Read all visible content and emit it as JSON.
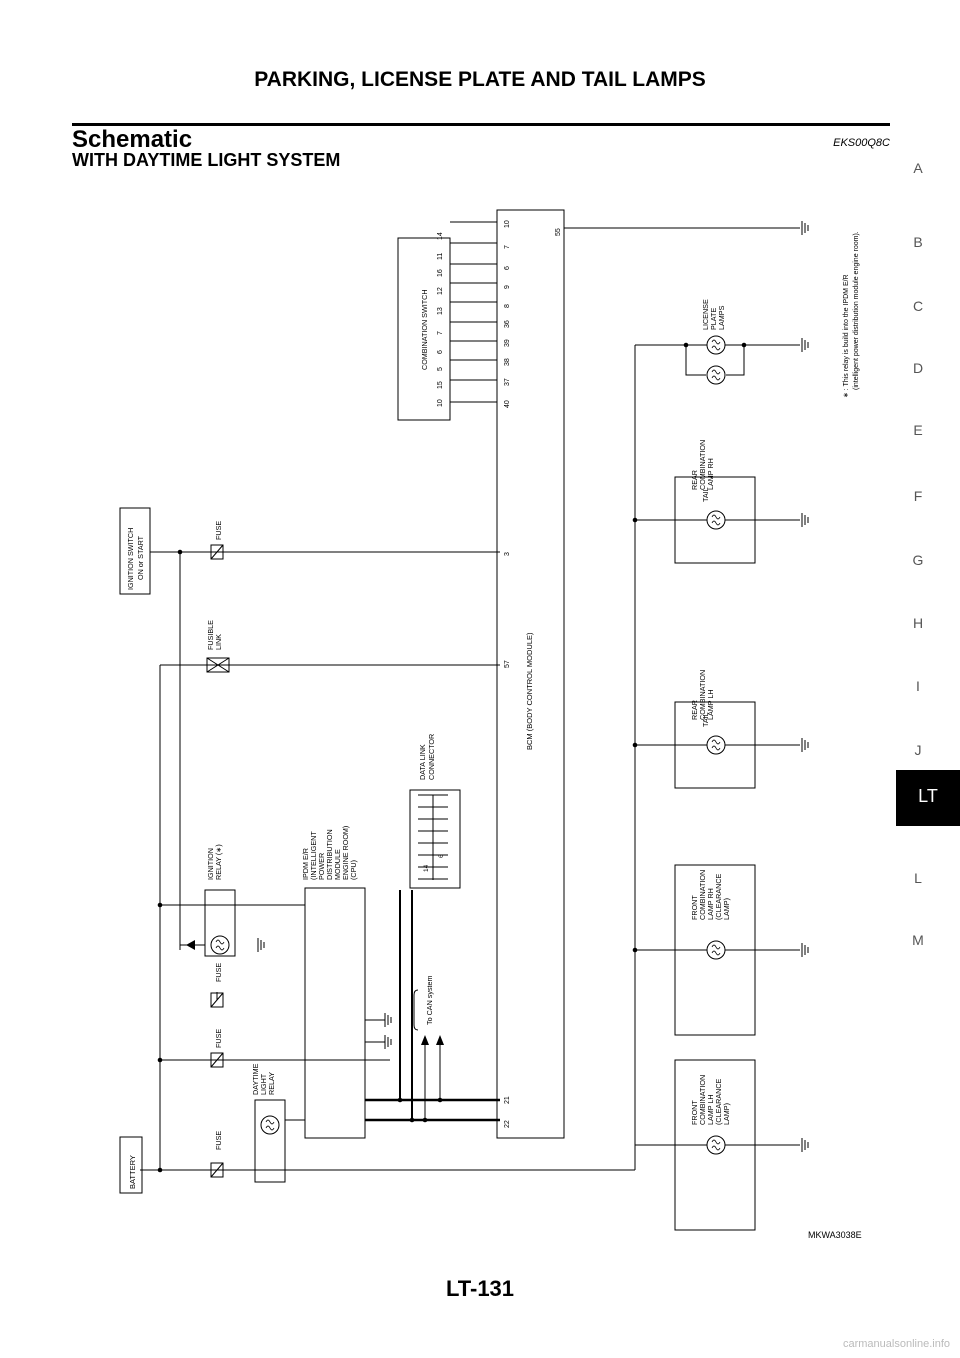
{
  "page": {
    "header": "PARKING, LICENSE PLATE AND TAIL LAMPS",
    "section_title": "Schematic",
    "section_code": "EKS00Q8C",
    "subtitle": "WITH DAYTIME LIGHT SYSTEM",
    "figure_code": "MKWA3038E",
    "page_number": "LT-131",
    "footer": "carmanualsonline.info"
  },
  "side_index": [
    "A",
    "B",
    "C",
    "D",
    "E",
    "F",
    "G",
    "H",
    "I",
    "J",
    "LT",
    "L",
    "M"
  ],
  "side_index_active": "LT",
  "diagram": {
    "battery": "BATTERY",
    "ignition_switch": [
      "IGNITION SWITCH",
      "ON or START"
    ],
    "fuse": "FUSE",
    "fusible_link": [
      "FUSIBLE",
      "LINK"
    ],
    "daytime_light_relay": [
      "DAYTIME",
      "LIGHT",
      "RELAY"
    ],
    "ignition_relay": [
      "IGNITION",
      "RELAY (∗)"
    ],
    "ipdm": [
      "IPDM E/R",
      "(INTELLIGENT",
      "POWER",
      "DISTRIBUTION",
      "MODULE",
      "ENGINE ROOM)",
      "(CPU)"
    ],
    "data_link": [
      "DATA LINK",
      "CONNECTOR"
    ],
    "dlc_pins": [
      "14",
      "6"
    ],
    "can": "To CAN system",
    "bcm": "BCM (BODY CONTROL MODULE)",
    "bcm_pins": {
      "p22": "22",
      "p21": "21",
      "p57": "57",
      "p3": "3",
      "p55": "55",
      "combo": [
        "40",
        "37",
        "38",
        "39",
        "36",
        "8",
        "9",
        "6",
        "7",
        "10"
      ]
    },
    "combo_switch": "COMBINATION SWITCH",
    "combo_switch_pins": [
      "10",
      "15",
      "5",
      "6",
      "7",
      "13",
      "12",
      "16",
      "11",
      "14"
    ],
    "front_lh": [
      "FRONT",
      "COMBINATION",
      "LAMP LH",
      "(CLEARANCE",
      "LAMP)"
    ],
    "front_rh": [
      "FRONT",
      "COMBINATION",
      "LAMP RH",
      "(CLEARANCE",
      "LAMP)"
    ],
    "rear_lh": [
      "REAR",
      "COMBINATION",
      "LAMP LH"
    ],
    "rear_rh": [
      "REAR",
      "COMBINATION",
      "LAMP RH"
    ],
    "tail": "TAIL",
    "license": [
      "LICENSE",
      "PLATE",
      "LAMPS"
    ],
    "note": [
      "∗ : This relay is build into the IPDM E/R",
      "(intelligent power distribution module engine room)."
    ]
  }
}
